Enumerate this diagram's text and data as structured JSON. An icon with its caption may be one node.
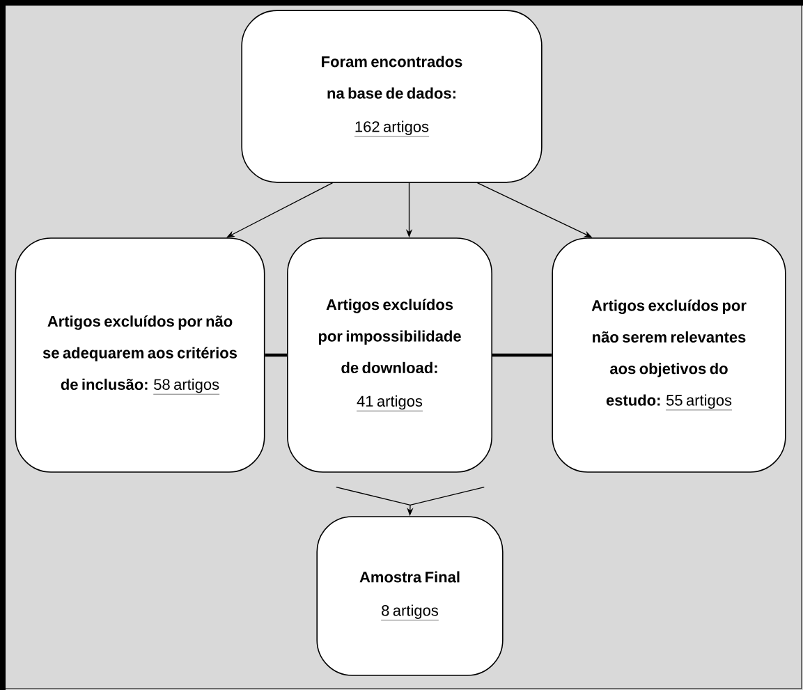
{
  "diagram": {
    "nodes": [
      {
        "text": [
          "Foram encontrados na base de dados:",
          "162 artigos"
        ]
      },
      {
        "text": [
          "**Artigos excluídos por não se adequarem aos critérios de inclusão**:",
          "58 artigos"
        ]
      },
      {
        "text": [
          "**Artigos excluídos por impossibilidade de download**:",
          "41 artigos"
        ]
      },
      {
        "text": [
          "Artigos excluídos por não serem relevantes aos objetivos do estudo:",
          "55 artigos"
        ]
      },
      {
        "text": [],
        "shape": "bracket"
      },
      {
        "text": [
          "Amostra Final",
          "8 artigos"
        ]
      }
    ],
    "edges": [
      {
        "from": 0,
        "to": 1,
        "arrow": "to"
      },
      {
        "from": 0,
        "to": 2,
        "arrow": "to"
      },
      {
        "from": 0,
        "to": 3,
        "arrow": "to"
      },
      {
        "from": 1,
        "to": 2,
        "arrow": "none",
        "style": "thick"
      },
      {
        "from": 2,
        "to": 3,
        "arrow": "none",
        "style": "thick"
      },
      {
        "from": 4,
        "to": 5,
        "arrow": "to"
      }
    ]
  }
}
